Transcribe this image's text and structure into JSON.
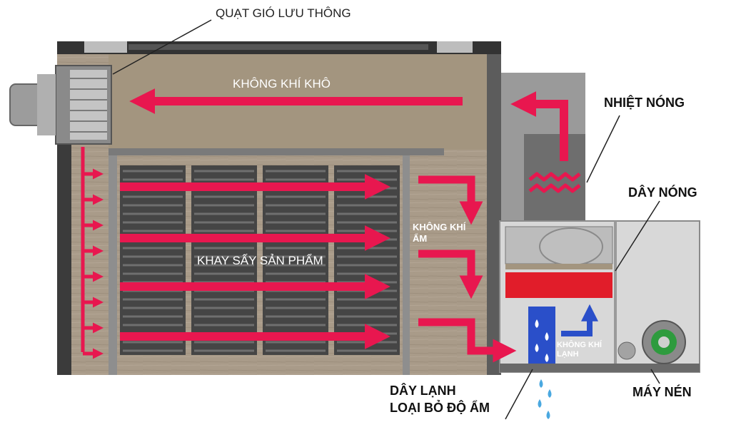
{
  "labels": {
    "fan": "QUẠT GIÓ LƯU THÔNG",
    "dry_air": "KHÔNG KHÍ KHÔ",
    "heat": "NHIỆT NÓNG",
    "hot_coil": "DÂY NÓNG",
    "humid_air_line1": "KHÔNG KHÍ",
    "humid_air_line2": "ẨM",
    "trays": "KHAY SẤY SẢN PHẨM",
    "cold_air_line1": "KHÔNG KHÍ",
    "cold_air_line2": "LẠNH",
    "cold_coil_line1": "DÂY LẠNH",
    "cold_coil_line2": "LOẠI BỎ ĐỘ ẨM",
    "compressor": "MÁY NÉN"
  },
  "colors": {
    "arrow": "#e8174f",
    "hot_coil": "#e11d2a",
    "cold_coil": "#2a4fc9",
    "chamber": "#a89a88",
    "frame": "#3b3b3b",
    "unit": "#d9d9d9"
  }
}
